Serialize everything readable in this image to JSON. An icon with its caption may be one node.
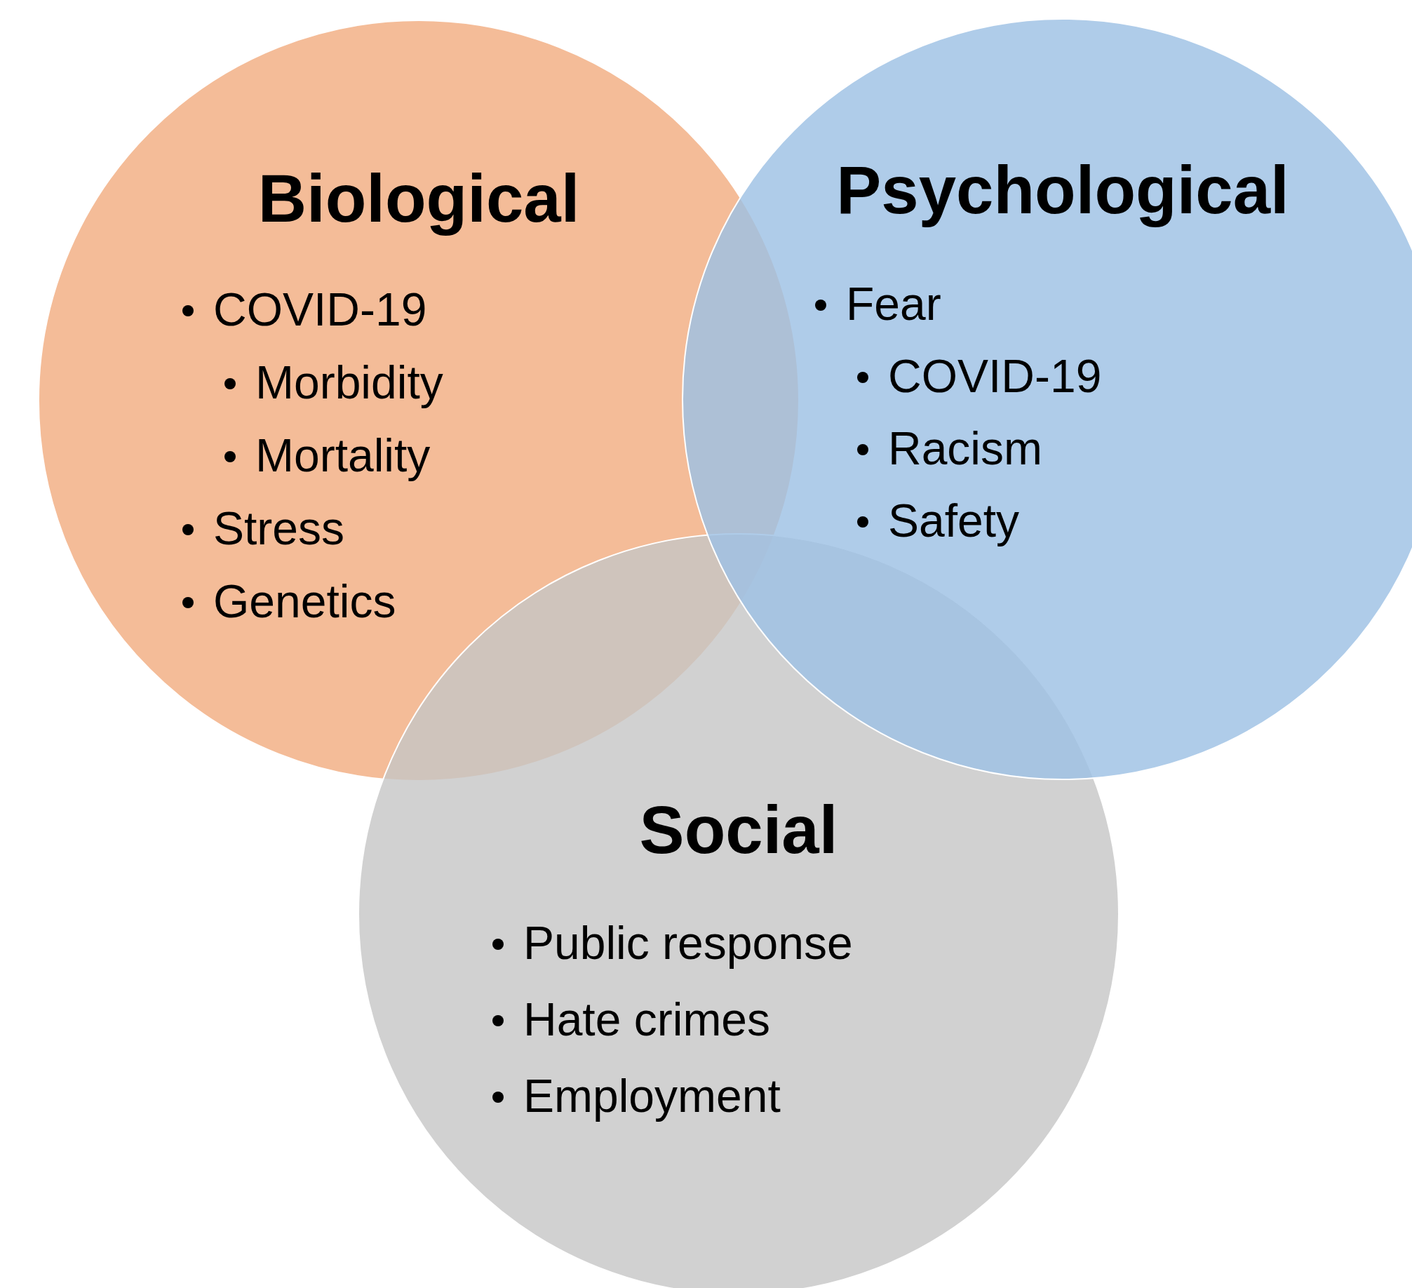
{
  "diagram": {
    "nodes": [
      {
        "text": [
          "Biological",
          "COVID-19",
          "Morbidity",
          "Mortality",
          "Stress",
          "Genetics"
        ]
      },
      {
        "text": [
          "Psychological",
          "Fear",
          "COVID-19",
          "Racism",
          "Safety"
        ]
      },
      {
        "text": [
          "Social",
          "Public response",
          "Hate crimes",
          "Employment"
        ]
      }
    ]
  }
}
